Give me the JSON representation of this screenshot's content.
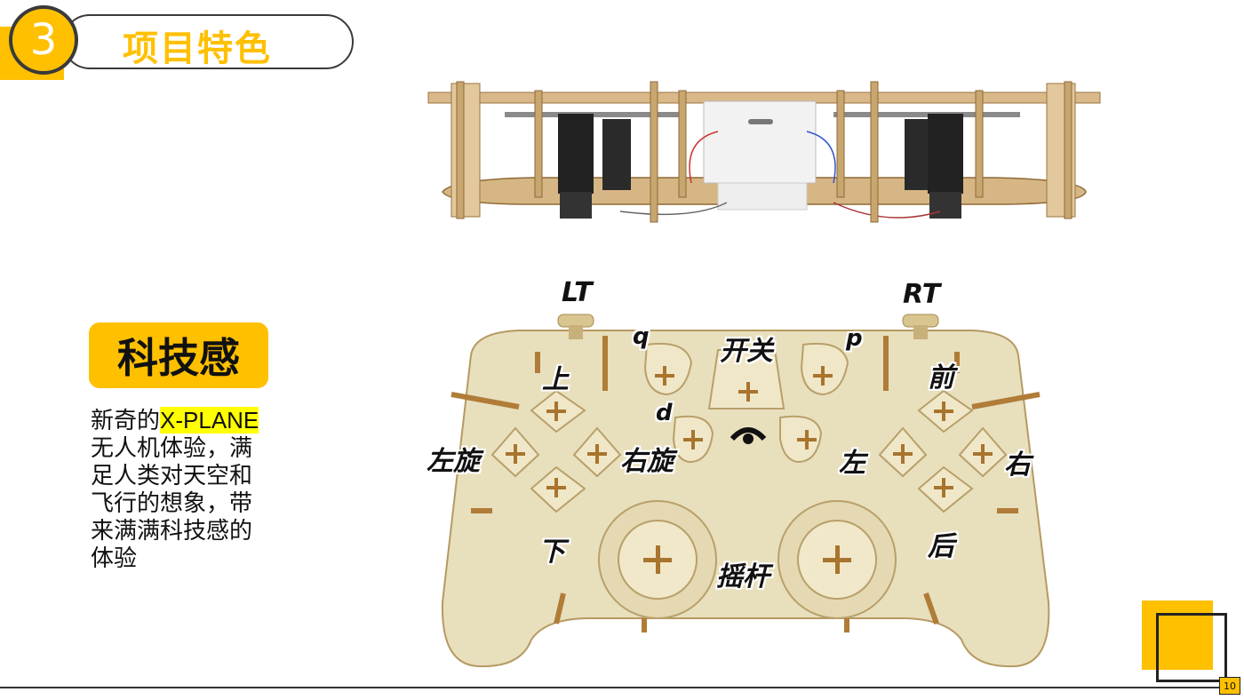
{
  "header": {
    "number": "3",
    "title": "项目特色"
  },
  "feature": {
    "tag": "科技感",
    "desc_pre": "新奇的",
    "desc_highlight": "X-PLANE",
    "desc_post": "无人机体验，满足人类对天空和飞行的想象，带来满满科技感的体验"
  },
  "controller_labels": {
    "lt": "LT",
    "rt": "RT",
    "q": "q",
    "power": "开关",
    "p": "p",
    "up": "上",
    "forward": "前",
    "d": "d",
    "rotate_left": "左旋",
    "rotate_right": "右旋",
    "left": "左",
    "right": "右",
    "down": "下",
    "back": "后",
    "joystick": "摇杆"
  },
  "page_number": "10",
  "colors": {
    "accent": "#ffc000",
    "highlight": "#ffff00",
    "wood": "#e6dcb8",
    "wood_edge": "#b3894a"
  }
}
